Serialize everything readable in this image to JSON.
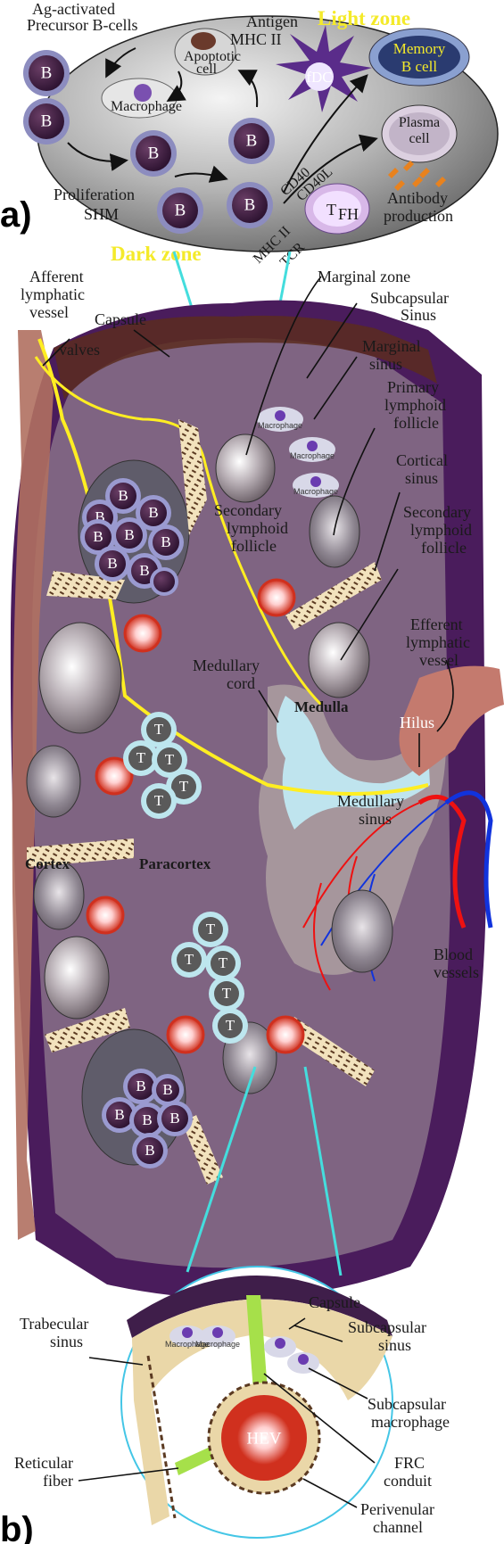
{
  "panels": {
    "a": "a)",
    "b": "b)"
  },
  "top_inset": {
    "ag_activated": "Ag-activated",
    "precursor_b_cells": "Precursor B-cells",
    "antigen": "Antigen",
    "mhc2_top": "MHC II",
    "light_zone": "Light zone",
    "dark_zone": "Dark zone",
    "apoptotic": "Apoptotic",
    "cell": "cell",
    "macrophage": "Macrophage",
    "fdc": "fDC",
    "memory": "Memory",
    "b_cell": "B cell",
    "plasma": "Plasma",
    "plasma_cell": "cell",
    "proliferation": "Proliferation",
    "shm": "SHM",
    "cd40": "CD40",
    "cd40l": "CD40L",
    "antibody": "Antibody",
    "production": "production",
    "mhc2_bottom": "MHC II",
    "tcr": "TCR",
    "tfh_main": "T",
    "tfh_sub": "FH",
    "b_label": "B"
  },
  "node_labels": {
    "afferent": "Afferent",
    "lymphatic": "lymphatic",
    "vessel": "vessel",
    "valves": "valves",
    "capsule": "Capsule",
    "marginal_zone": "Marginal zone",
    "subcapsular": "Subcapsular",
    "sinus": "Sinus",
    "marginal": "Marginal",
    "marginal_sinus": "sinus",
    "primary": "Primary",
    "lymphoid": "lymphoid",
    "follicle": "follicle",
    "cortical": "Cortical",
    "cortical_sinus": "sinus",
    "secondary_right": "Secondary",
    "lymphoid_right": "lymphoid",
    "follicle_right": "follicle",
    "secondary_mid": "Secondary",
    "lymphoid_mid": "lymphoid",
    "follicle_mid": "follicle",
    "efferent": "Efferent",
    "efferent_lymphatic": "lymphatic",
    "efferent_vessel": "vessel",
    "medullary": "Medullary",
    "cord": "cord",
    "medulla": "Medulla",
    "hilus": "Hilus",
    "medullary_sinus_1": "Medullary",
    "medullary_sinus_2": "sinus",
    "cortex": "Cortex",
    "paracortex": "Paracortex",
    "blood": "Blood",
    "vessels": "vessels",
    "macrophage": "Macrophage",
    "t_label": "T",
    "b_label": "B"
  },
  "bottom_inset": {
    "capsule": "Capsule",
    "trabecular": "Trabecular",
    "trabecular_sinus": "sinus",
    "subcapsular": "Subcapsular",
    "subcapsular_sinus": "sinus",
    "subcapsular_mac_1": "Subcapsular",
    "subcapsular_mac_2": "macrophage",
    "reticular": "Reticular",
    "fiber": "fiber",
    "frc": "FRC",
    "conduit": "conduit",
    "hev": "HEV",
    "perivenular": "Perivenular",
    "channel": "channel",
    "macrophage": "Macrophage"
  },
  "colors": {
    "capsule": "#4a1c5c",
    "node_interior": "#8a6c8a",
    "cortex_bg": "#7a5a80",
    "b_cell": "#3d1e3c",
    "t_cell_bg": "#bde6ee",
    "light_zone_text": "#f4ea2a",
    "lymph_line": "#ffee22",
    "artery": "#ee1111",
    "vein": "#1133dd",
    "inset_line": "#44dddd"
  }
}
